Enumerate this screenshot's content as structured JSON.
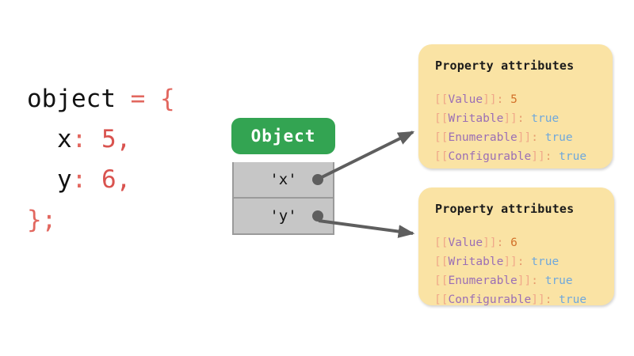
{
  "diagram": {
    "title_semantic": "javascript-object-property-attributes",
    "background": "#ffffff"
  },
  "code": {
    "lines": [
      {
        "tokens": [
          {
            "t": "object",
            "c": "plain"
          },
          {
            "t": " ",
            "c": "plain"
          },
          {
            "t": "=",
            "c": "punct"
          },
          {
            "t": " ",
            "c": "plain"
          },
          {
            "t": "{",
            "c": "punct"
          }
        ]
      },
      {
        "indent": true,
        "tokens": [
          {
            "t": "x",
            "c": "plain"
          },
          {
            "t": ":",
            "c": "punct"
          },
          {
            "t": " ",
            "c": "plain"
          },
          {
            "t": "5,",
            "c": "num"
          }
        ]
      },
      {
        "indent": true,
        "tokens": [
          {
            "t": "y",
            "c": "plain"
          },
          {
            "t": ":",
            "c": "punct"
          },
          {
            "t": " ",
            "c": "plain"
          },
          {
            "t": "6,",
            "c": "num"
          }
        ]
      },
      {
        "tokens": [
          {
            "t": "};",
            "c": "punct"
          }
        ]
      }
    ],
    "colors": {
      "plain": "#121212",
      "punct": "#e2675f",
      "num": "#d9534f"
    }
  },
  "object_box": {
    "header_label": "Object",
    "header_color": "#33a452",
    "header_text_color": "#ffffff",
    "row_color": "#c6c6c6",
    "row_border_color": "#9a9a9a",
    "dot_color": "#5e5e5e",
    "rows": [
      {
        "label": "'x'"
      },
      {
        "label": "'y'"
      }
    ]
  },
  "arrows": {
    "color": "#5e5e5e",
    "items": [
      {
        "from": "object-row-x-dot",
        "to": "attr-card-x"
      },
      {
        "from": "object-row-y-dot",
        "to": "attr-card-y"
      }
    ]
  },
  "attribute_cards": [
    {
      "id": "attr-card-x",
      "title": "Property attributes",
      "background": "#fae3a4",
      "attributes": [
        {
          "name": "Value",
          "value": "5",
          "value_kind": "number"
        },
        {
          "name": "Writable",
          "value": "true",
          "value_kind": "boolean"
        },
        {
          "name": "Enumerable",
          "value": "true",
          "value_kind": "boolean"
        },
        {
          "name": "Configurable",
          "value": "true",
          "value_kind": "boolean"
        }
      ]
    },
    {
      "id": "attr-card-y",
      "title": "Property attributes",
      "background": "#fae3a4",
      "attributes": [
        {
          "name": "Value",
          "value": "6",
          "value_kind": "number"
        },
        {
          "name": "Writable",
          "value": "true",
          "value_kind": "boolean"
        },
        {
          "name": "Enumerable",
          "value": "true",
          "value_kind": "boolean"
        },
        {
          "name": "Configurable",
          "value": "true",
          "value_kind": "boolean"
        }
      ]
    }
  ],
  "attribute_syntax": {
    "bracket_open": "[[",
    "bracket_close": "]]",
    "separator": ": ",
    "colors": {
      "bracket": "#f0a88a",
      "name": "#9b6fb5",
      "colon": "#e69b6e",
      "number": "#d2712a",
      "boolean": "#6fa8dc"
    }
  }
}
